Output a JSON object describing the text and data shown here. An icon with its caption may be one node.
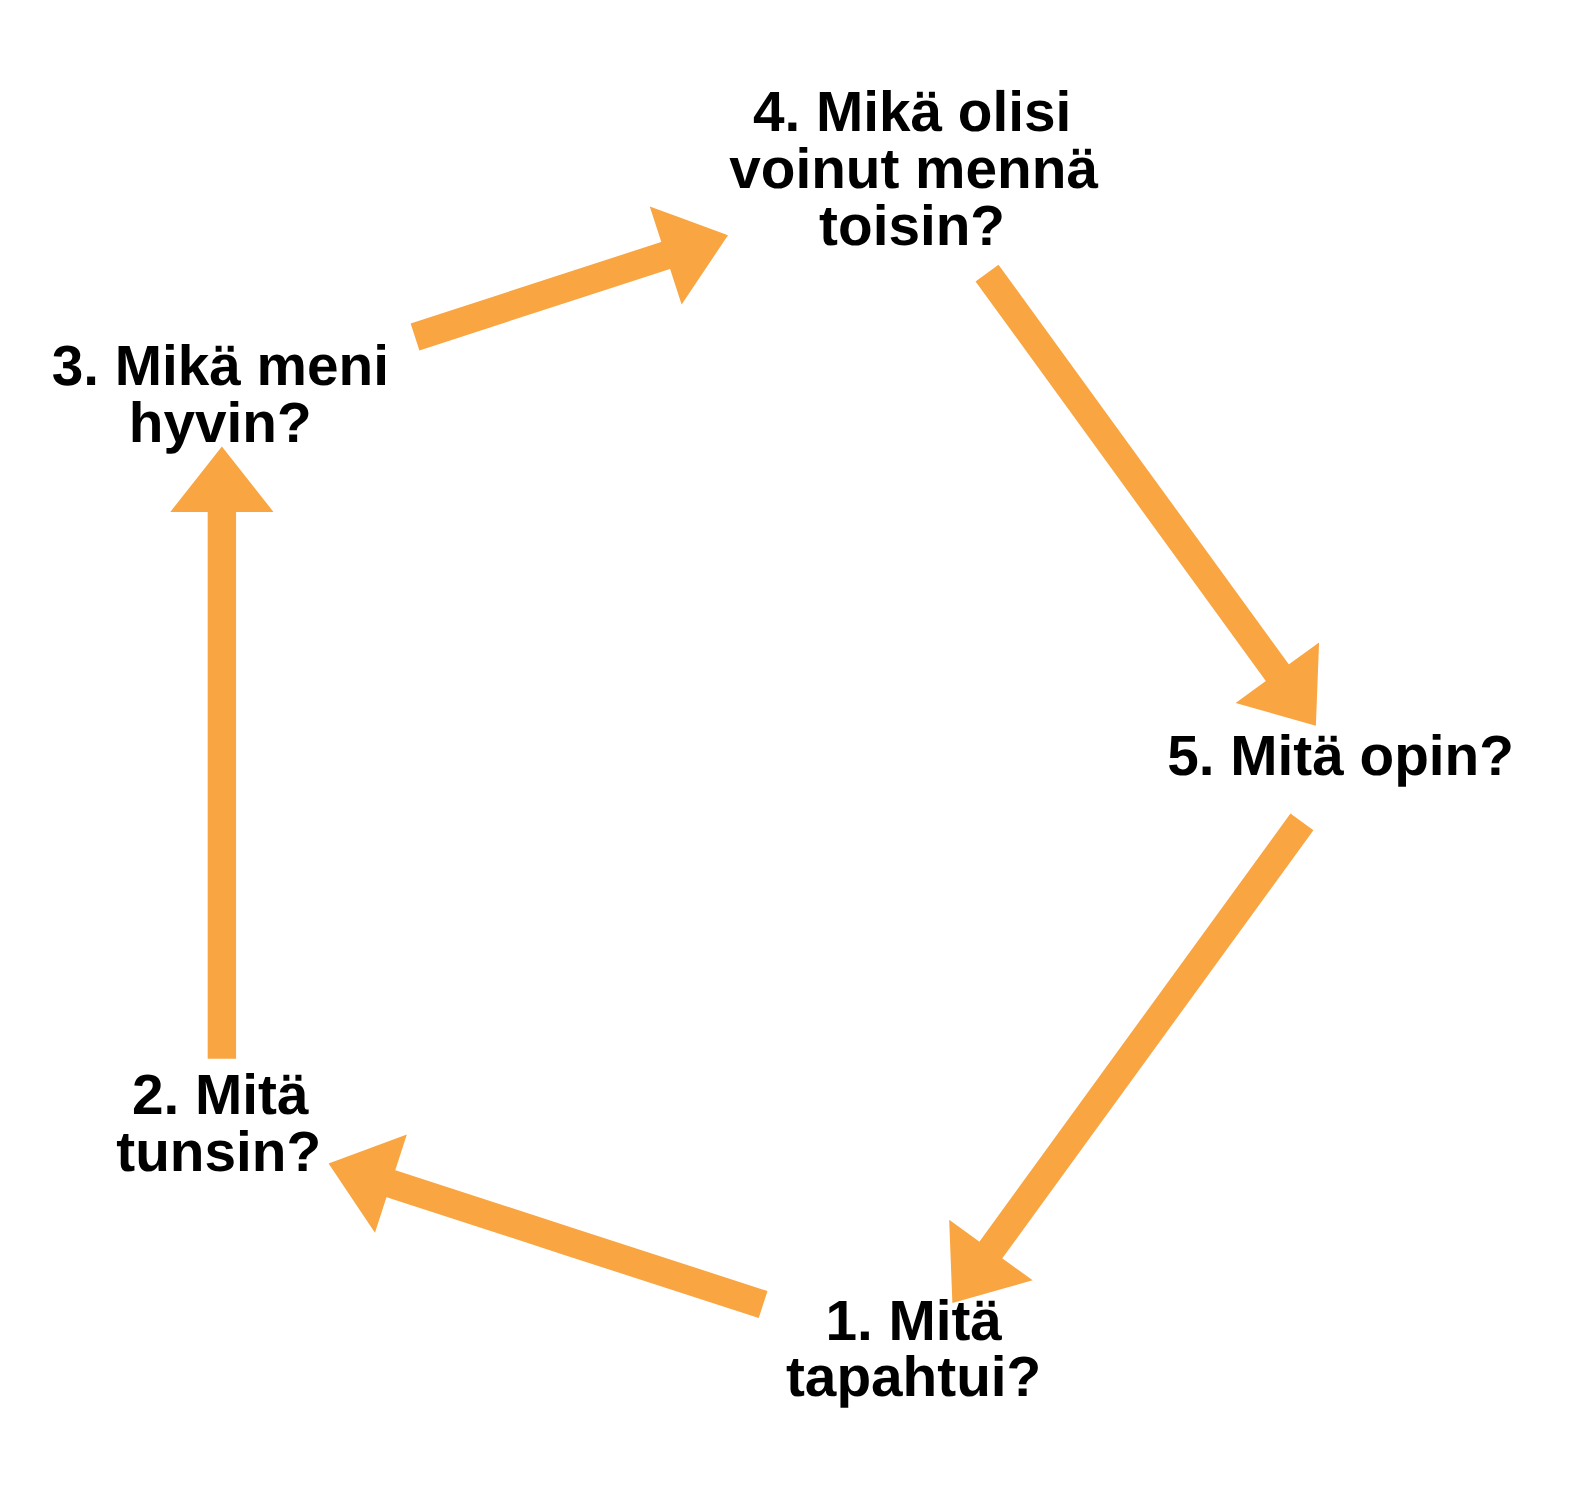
{
  "diagram": {
    "nodes": [
      {
        "text": [
          "1. Mitä tapahtui?"
        ]
      },
      {
        "text": [
          "2. Mitä tunsin?"
        ]
      },
      {
        "text": [
          "3. Mikä meni hyvin?"
        ]
      },
      {
        "text": [
          "4. Mikä olisi voinut mennä toisin?"
        ]
      },
      {
        "text": [
          "5. Mitä opin?"
        ]
      }
    ],
    "edges": [
      {
        "from": 0,
        "to": 1,
        "arrow": "to"
      },
      {
        "from": 1,
        "to": 2,
        "arrow": "to"
      },
      {
        "from": 2,
        "to": 3,
        "arrow": "to"
      },
      {
        "from": 3,
        "to": 4,
        "arrow": "to"
      },
      {
        "from": 4,
        "to": 0,
        "arrow": "to"
      }
    ]
  }
}
